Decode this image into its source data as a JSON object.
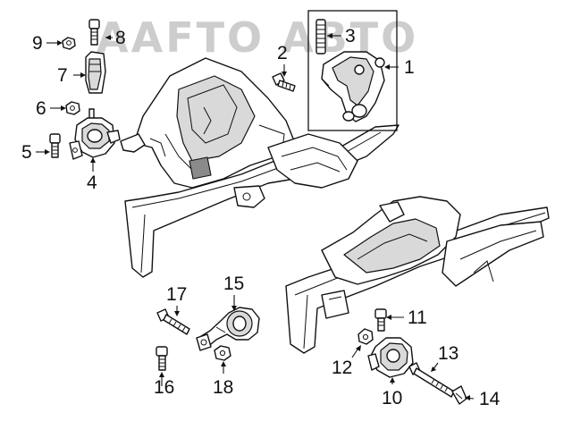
{
  "watermark": {
    "text": "AAFTO ABTO",
    "color": "#c8c8c8"
  },
  "callouts": [
    {
      "id": "1",
      "label": "1"
    },
    {
      "id": "2",
      "label": "2"
    },
    {
      "id": "3",
      "label": "3"
    },
    {
      "id": "4",
      "label": "4"
    },
    {
      "id": "5",
      "label": "5"
    },
    {
      "id": "6",
      "label": "6"
    },
    {
      "id": "7",
      "label": "7"
    },
    {
      "id": "8",
      "label": "8"
    },
    {
      "id": "9",
      "label": "9"
    },
    {
      "id": "10",
      "label": "10"
    },
    {
      "id": "11",
      "label": "11"
    },
    {
      "id": "12",
      "label": "12"
    },
    {
      "id": "13",
      "label": "13"
    },
    {
      "id": "14",
      "label": "14"
    },
    {
      "id": "15",
      "label": "15"
    },
    {
      "id": "16",
      "label": "16"
    },
    {
      "id": "17",
      "label": "17"
    },
    {
      "id": "18",
      "label": "18"
    }
  ],
  "colors": {
    "line": "#111111",
    "shade": "#d9d9d9",
    "background": "#ffffff"
  }
}
